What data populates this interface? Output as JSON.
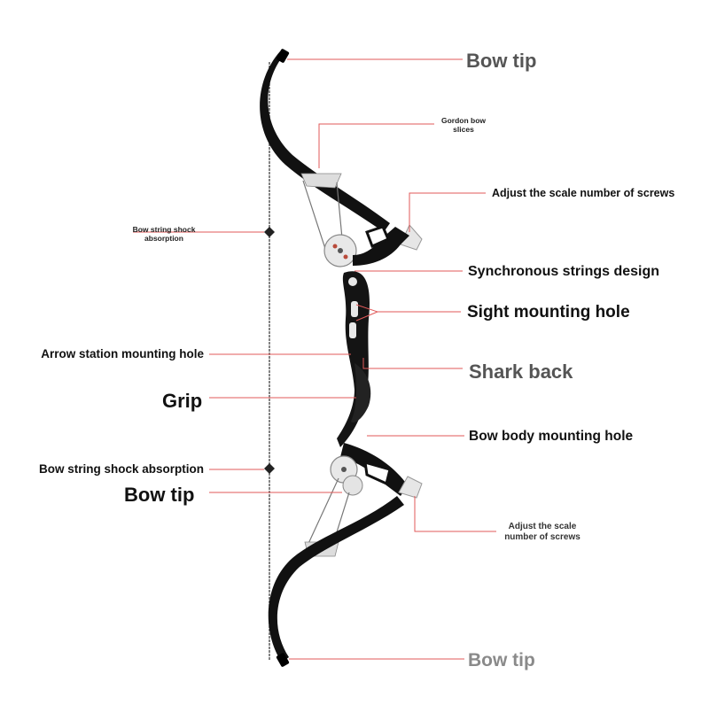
{
  "labels": {
    "bow_tip_top": "Bow tip",
    "gordon_bow_slices_line1": "Gordon bow",
    "gordon_bow_slices_line2": "slices",
    "adjust_scale_top": "Adjust the scale number of screws",
    "shock_absorption_top_line1": "Bow string shock",
    "shock_absorption_top_line2": "absorption",
    "synchronous_strings": "Synchronous strings design",
    "sight_mounting_hole": "Sight mounting hole",
    "arrow_station": "Arrow station mounting hole",
    "shark_back": "Shark back",
    "grip": "Grip",
    "bow_body_mounting_hole": "Bow body mounting hole",
    "shock_absorption_bottom": "Bow string shock absorption",
    "bow_tip_middle": "Bow tip",
    "adjust_scale_bottom_line1": "Adjust the scale",
    "adjust_scale_bottom_line2": "number of screws",
    "bow_tip_bottom": "Bow tip"
  },
  "colors": {
    "leader_line": "#e05a5a",
    "limb": "#111111",
    "riser": "#1a1a1a",
    "metal": "#d8d8d8",
    "string": "#555555"
  }
}
